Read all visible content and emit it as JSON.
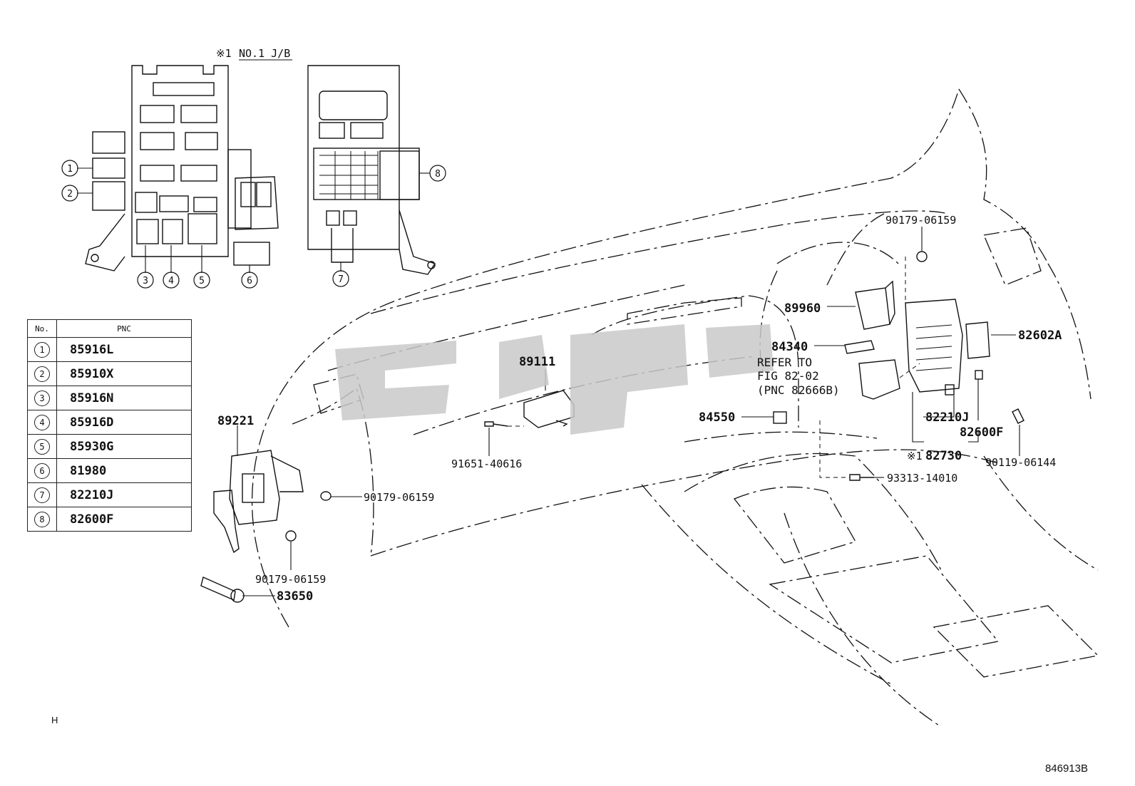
{
  "junction_block": {
    "title_mark": "※1",
    "title": "NO.1 J/B"
  },
  "callout_numbers": [
    "1",
    "2",
    "3",
    "4",
    "5",
    "6",
    "7",
    "8"
  ],
  "table": {
    "header_no": "No.",
    "header_pnc": "PNC",
    "rows": [
      {
        "no": "1",
        "pnc": "85916L"
      },
      {
        "no": "2",
        "pnc": "85910X"
      },
      {
        "no": "3",
        "pnc": "85916N"
      },
      {
        "no": "4",
        "pnc": "85916D"
      },
      {
        "no": "5",
        "pnc": "85930G"
      },
      {
        "no": "6",
        "pnc": "81980"
      },
      {
        "no": "7",
        "pnc": "82210J"
      },
      {
        "no": "8",
        "pnc": "82600F"
      }
    ]
  },
  "parts": {
    "p89221": "89221",
    "p90179_a": "90179-06159",
    "p90179_b": "90179-06159",
    "p83650": "83650",
    "p89111": "89111",
    "p91651": "91651-40616",
    "p84550": "84550",
    "p93313": "93313-14010",
    "p89960": "89960",
    "p84340": "84340",
    "refer_1": "REFER TO",
    "refer_2": "FIG 82-02",
    "refer_3": "(PNC 82666B)",
    "p90179_c": "90179-06159",
    "p82602A": "82602A",
    "p82210J": "82210J",
    "p82600F": "82600F",
    "p82730_mark": "※1",
    "p82730": "82730",
    "p90119": "90119-06144"
  },
  "footer": {
    "left_mark": "H",
    "code": "846913B"
  }
}
